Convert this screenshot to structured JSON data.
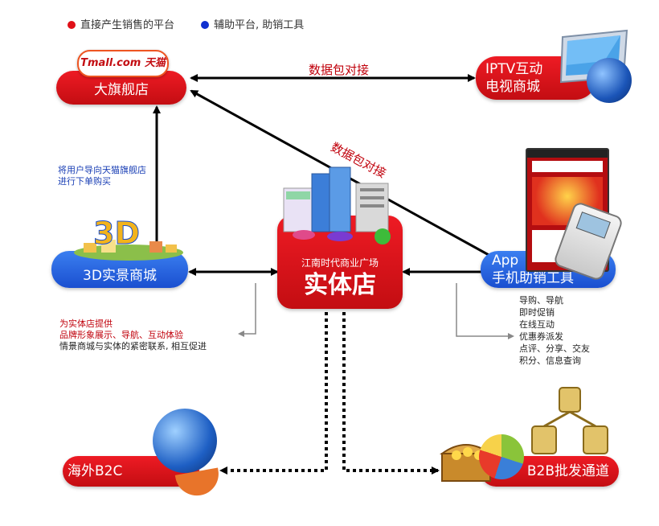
{
  "legend": {
    "red_label": "直接产生销售的平台",
    "blue_label": "辅助平台, 助销工具",
    "red_color": "#e01018",
    "blue_color": "#1030d0"
  },
  "nodes": {
    "tmall": {
      "logo": "Tmall.com 天猫",
      "label": "大旗舰店"
    },
    "iptv": {
      "line1": "IPTV互动",
      "line2": "电视商城"
    },
    "store": {
      "subtitle": "江南时代商业广场",
      "title": "实体店"
    },
    "mall3d": {
      "logo": "3D",
      "label": "3D实景商城"
    },
    "app": {
      "line1": "App",
      "line2": "手机助销工具"
    },
    "overseas": {
      "label": "海外B2C"
    },
    "b2b": {
      "label": "B2B批发通道"
    }
  },
  "edges": {
    "tmall_iptv": "数据包对接",
    "store_tmall": "数据包对接"
  },
  "notes": {
    "mall3d_to_tmall": [
      "将用户导向天猫旗舰店",
      "进行下单购买"
    ],
    "store_for": [
      "为实体店提供",
      "品牌形象展示、导航、互动体验",
      "情景商城与实体的紧密联系, 相互促进"
    ],
    "app_features": [
      "导购、导航",
      "即时促销",
      "在线互动",
      "优惠券派发",
      "点评、分享、交友",
      "积分、信息查询"
    ]
  }
}
